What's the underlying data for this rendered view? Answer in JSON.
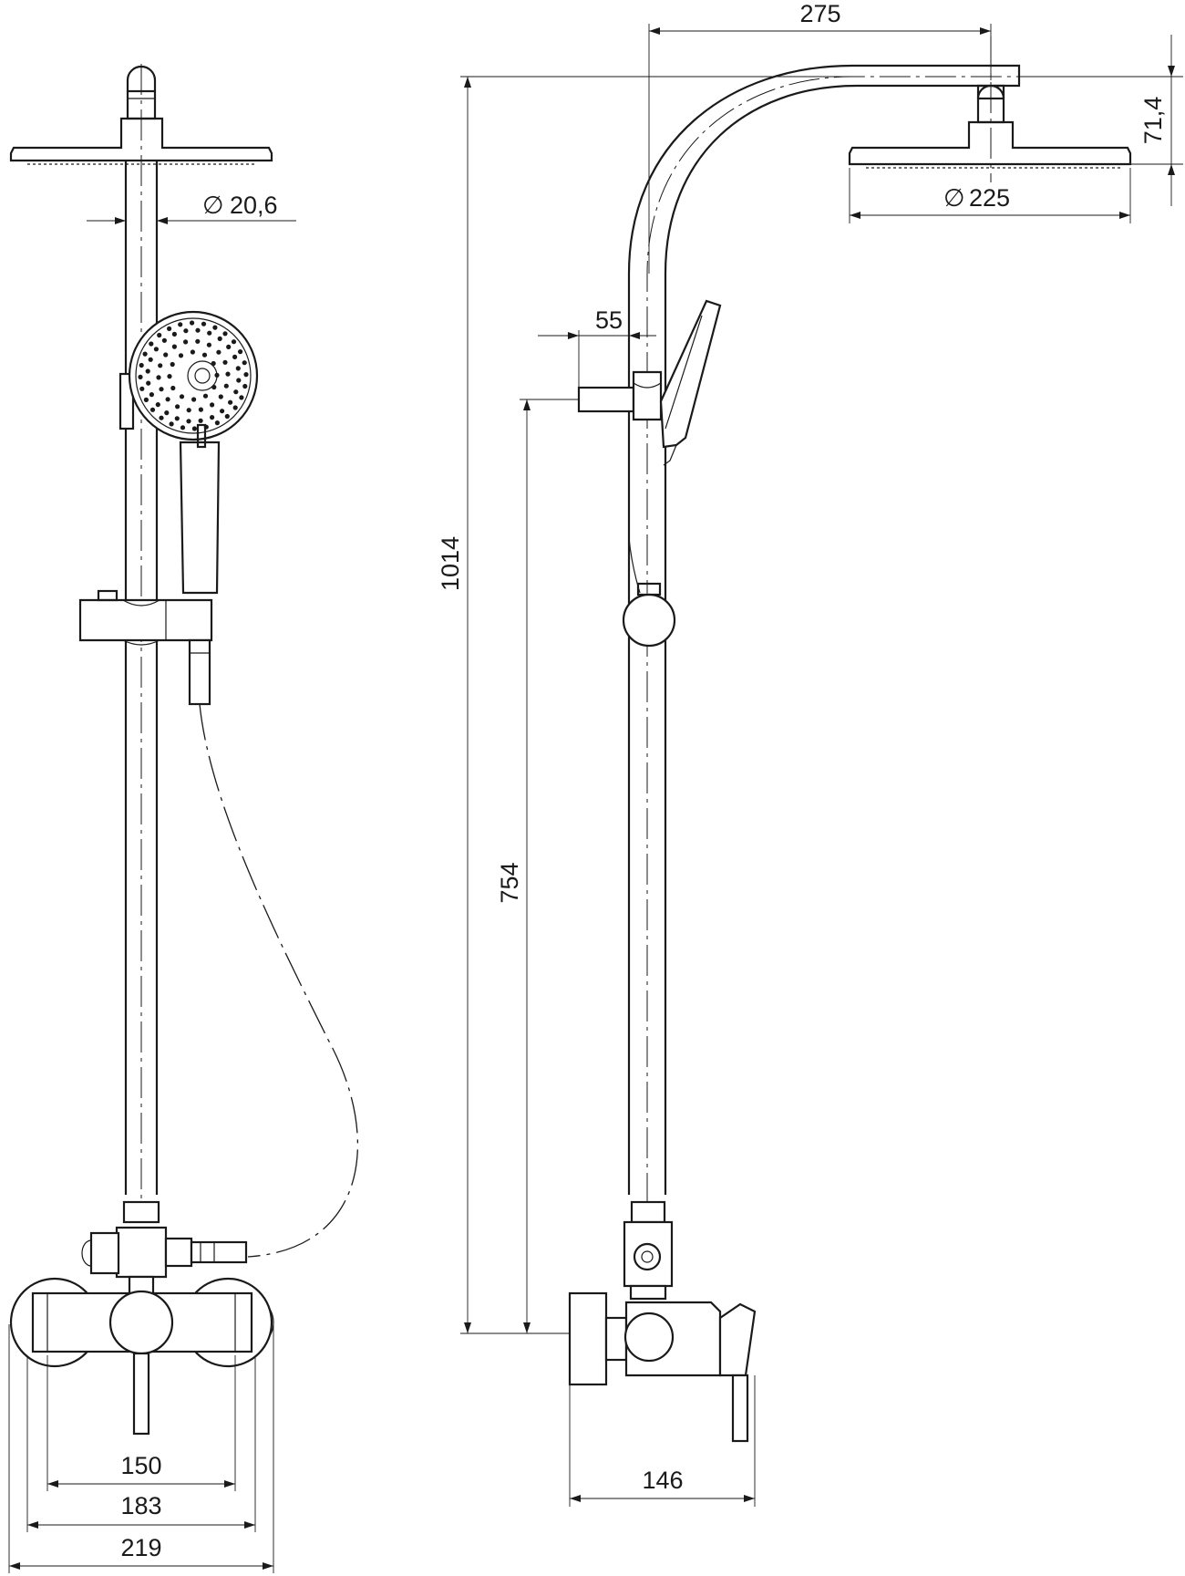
{
  "dimensions": {
    "pipe_diameter": "20,6",
    "head_diameter": "225",
    "arm_length": "275",
    "head_offset": "71,4",
    "holder_offset": "55",
    "total_height": "1014",
    "holder_height": "754",
    "mixer_depth": "146",
    "connection_spacing": "150",
    "inner_width": "183",
    "outer_width": "219"
  },
  "symbols": {
    "diameter": "∅"
  }
}
